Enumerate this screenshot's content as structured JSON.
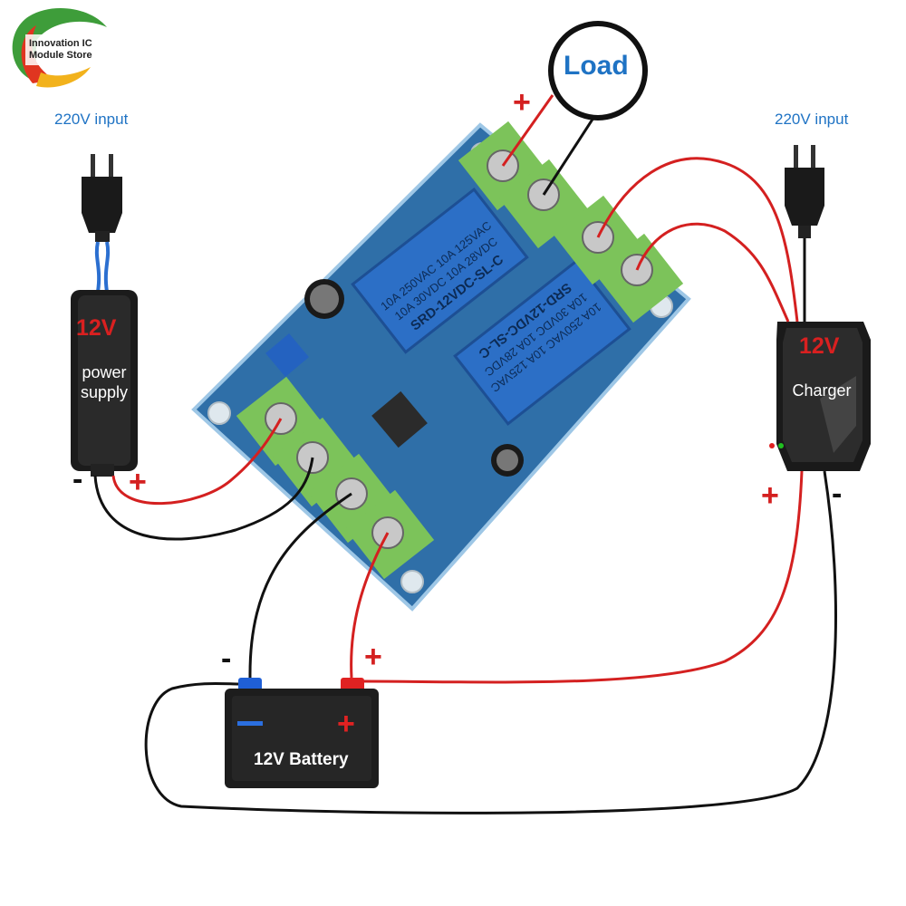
{
  "logo": {
    "line1": "Innovation IC",
    "line2": "Module Store"
  },
  "mains_left": {
    "label": "220V input"
  },
  "mains_right": {
    "label": "220V input"
  },
  "power_supply": {
    "voltage": "12V",
    "line1": "power",
    "line2": "supply",
    "minus": "-",
    "plus": "+"
  },
  "charger": {
    "voltage": "12V",
    "name": "Charger",
    "plus": "+",
    "minus": "-"
  },
  "load": {
    "label": "Load",
    "plus": "+"
  },
  "battery": {
    "name": "12V Battery",
    "terminal_minus": "-",
    "terminal_plus": "+",
    "wire_minus": "-",
    "wire_plus": "+"
  },
  "relays": [
    {
      "model": "SRD-12VDC-SL-C",
      "ratings": "10A 250VAC 10A 125VAC",
      "ratings2": "10A 30VDC 10A 28VDC"
    },
    {
      "model": "SRD-12VDC-SL-C",
      "ratings": "10A 250VAC 10A 125VAC",
      "ratings2": "10A 30VDC 10A 28VDC"
    }
  ],
  "colors": {
    "wire_positive": "#d42020",
    "wire_negative": "#111111",
    "pcb": "#2f6fa8",
    "terminal": "#7cc35a",
    "label_blue": "#1f73c4"
  }
}
